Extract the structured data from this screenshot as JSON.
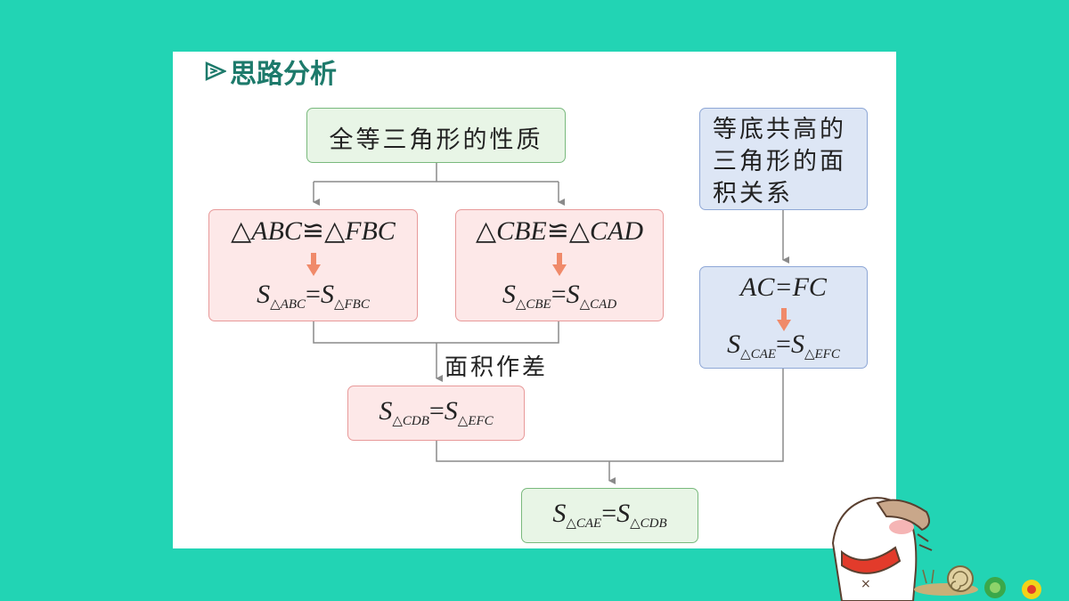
{
  "heading": "思路分析",
  "boxes": {
    "congruent_props": "全等三角形的性质",
    "equal_base_height": [
      "等底共高的",
      "三角形的面",
      "积关系"
    ],
    "abc_fbc": {
      "statement": {
        "lhs": "ABC",
        "rel": "≌",
        "rhs": "FBC"
      },
      "area": {
        "lhs": "ABC",
        "rhs": "FBC"
      }
    },
    "cbe_cad": {
      "statement": {
        "lhs": "CBE",
        "rel": "≌",
        "rhs": "CAD"
      },
      "area": {
        "lhs": "CBE",
        "rhs": "CAD"
      }
    },
    "ac_fc": {
      "statement": "AC=FC",
      "area": {
        "lhs": "CAE",
        "rhs": "EFC"
      }
    },
    "cdb_efc": {
      "lhs": "CDB",
      "rhs": "EFC"
    },
    "final": {
      "lhs": "CAE",
      "rhs": "CDB"
    }
  },
  "edge_label": "面积作差",
  "colors": {
    "background": "#22d4b4",
    "green_box": "#e8f5e6",
    "pink_box": "#fde8e8",
    "blue_box": "#dde6f5",
    "arrow_orange": "#f08a6a",
    "connector": "#8a8a8a"
  }
}
